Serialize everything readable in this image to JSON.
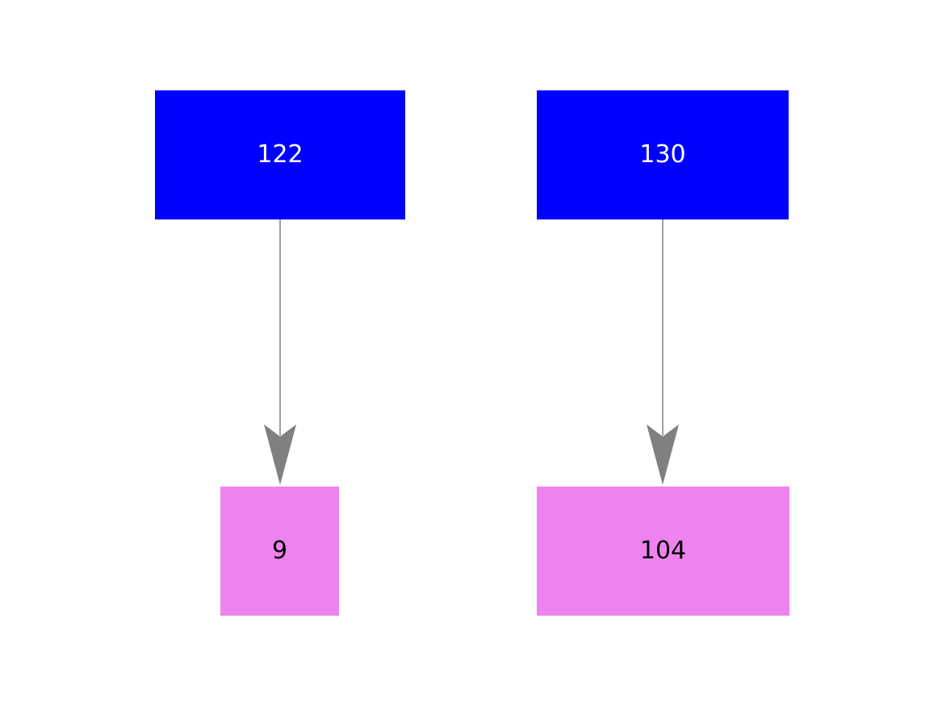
{
  "diagram": {
    "background": "#ffffff",
    "colors": {
      "background": "#ffffff",
      "parent_fill": "#0000ff",
      "parent_text": "#ffffff",
      "child_fill": "#ee82ee",
      "child_text": "#000000",
      "arrow": "#808080"
    },
    "pairs": [
      {
        "parent": {
          "label": "122"
        },
        "child": {
          "label": "9"
        }
      },
      {
        "parent": {
          "label": "130"
        },
        "child": {
          "label": "104"
        }
      }
    ]
  }
}
